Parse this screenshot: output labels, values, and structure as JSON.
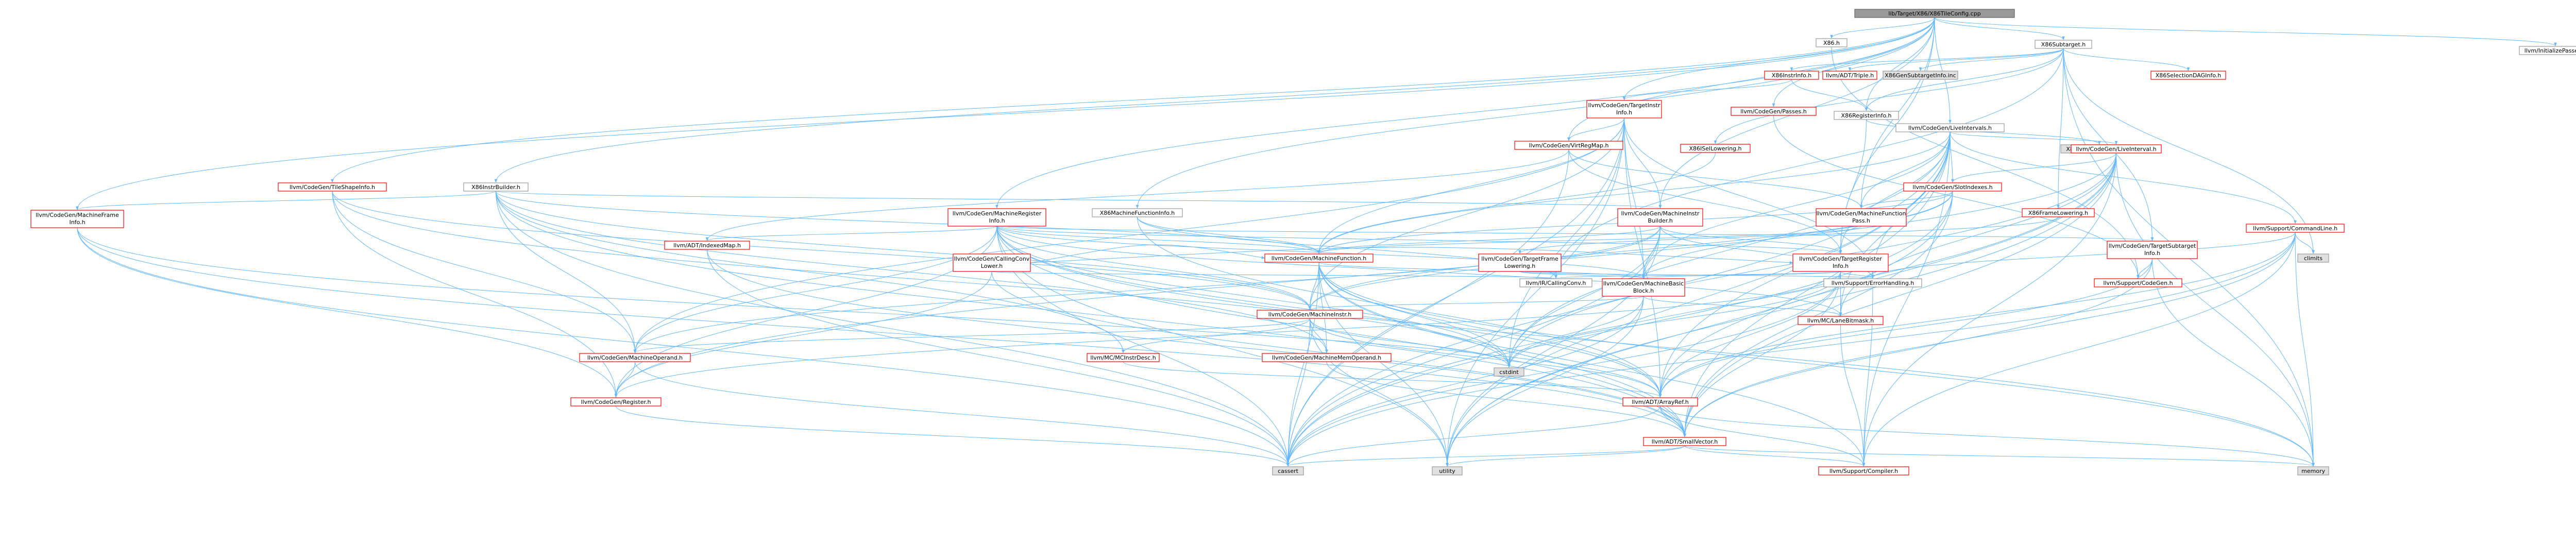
{
  "colors": {
    "root_fill": "#999999",
    "root_stroke": "#666666",
    "red_stroke": "#ff0000",
    "gray_stroke": "#999999",
    "gray_fill": "#e0e0e0",
    "node_fill": "#ffffff",
    "edge": "#63b8ff"
  },
  "nodes": [
    {
      "id": "root",
      "label": "lib/Target/X86/X86TileConfig.cpp",
      "kind": "root"
    },
    {
      "id": "x86h",
      "label": "X86.h",
      "kind": "normal"
    },
    {
      "id": "subtarget",
      "label": "X86Subtarget.h",
      "kind": "normal"
    },
    {
      "id": "initpasses",
      "label": "llvm/InitializePasses.h",
      "kind": "normal"
    },
    {
      "id": "instrinfo",
      "label": "X86InstrInfo.h",
      "kind": "red"
    },
    {
      "id": "triple",
      "label": "llvm/ADT/Triple.h",
      "kind": "red"
    },
    {
      "id": "subinc",
      "label": "X86GenSubtargetInfo.inc",
      "kind": "gray"
    },
    {
      "id": "seldag",
      "label": "X86SelectionDAGInfo.h",
      "kind": "red"
    },
    {
      "id": "targetinstr",
      "label": "llvm/CodeGen/TargetInstr\nInfo.h",
      "kind": "red"
    },
    {
      "id": "cgpasses",
      "label": "llvm/CodeGen/Passes.h",
      "kind": "red"
    },
    {
      "id": "regsinfo",
      "label": "X86RegisterInfo.h",
      "kind": "normal"
    },
    {
      "id": "liveintervals",
      "label": "llvm/CodeGen/LiveIntervals.h",
      "kind": "normal"
    },
    {
      "id": "virtregmap",
      "label": "llvm/CodeGen/VirtRegMap.h",
      "kind": "red"
    },
    {
      "id": "isellow",
      "label": "X86ISelLowering.h",
      "kind": "red"
    },
    {
      "id": "x86reginc",
      "label": "X86GenRegisterInfo.inc",
      "kind": "gray"
    },
    {
      "id": "liveinterval",
      "label": "llvm/CodeGen/LiveInterval.h",
      "kind": "red"
    },
    {
      "id": "tileshape",
      "label": "llvm/CodeGen/TileShapeInfo.h",
      "kind": "red"
    },
    {
      "id": "instrbuilderx86",
      "label": "X86InstrBuilder.h",
      "kind": "normal"
    },
    {
      "id": "slotindexes",
      "label": "llvm/CodeGen/SlotIndexes.h",
      "kind": "red"
    },
    {
      "id": "mframeinfo",
      "label": "llvm/CodeGen/MachineFrame\nInfo.h",
      "kind": "red"
    },
    {
      "id": "mreginfo",
      "label": "llvm/CodeGen/MachineRegister\nInfo.h",
      "kind": "red"
    },
    {
      "id": "mfuncinfo",
      "label": "X86MachineFunctionInfo.h",
      "kind": "normal"
    },
    {
      "id": "minstrbuilder",
      "label": "llvm/CodeGen/MachineInstr\nBuilder.h",
      "kind": "red"
    },
    {
      "id": "mfpass",
      "label": "llvm/CodeGen/MachineFunction\nPass.h",
      "kind": "red"
    },
    {
      "id": "framelow",
      "label": "X86FrameLowering.h",
      "kind": "red"
    },
    {
      "id": "cmdline",
      "label": "llvm/Support/CommandLine.h",
      "kind": "red"
    },
    {
      "id": "tsubinfo",
      "label": "llvm/CodeGen/TargetSubtarget\nInfo.h",
      "kind": "red"
    },
    {
      "id": "climits",
      "label": "climits",
      "kind": "gray"
    },
    {
      "id": "indexedmap",
      "label": "llvm/ADT/IndexedMap.h",
      "kind": "red"
    },
    {
      "id": "callconvlower",
      "label": "llvm/CodeGen/CallingConv\nLower.h",
      "kind": "red"
    },
    {
      "id": "mfunction",
      "label": "llvm/CodeGen/MachineFunction.h",
      "kind": "red"
    },
    {
      "id": "tframelow",
      "label": "llvm/CodeGen/TargetFrame\nLowering.h",
      "kind": "red"
    },
    {
      "id": "tregisterinfo",
      "label": "llvm/CodeGen/TargetRegister\nInfo.h",
      "kind": "red"
    },
    {
      "id": "callingconv",
      "label": "llvm/IR/CallingConv.h",
      "kind": "normal"
    },
    {
      "id": "errhandling",
      "label": "llvm/Support/ErrorHandling.h",
      "kind": "normal"
    },
    {
      "id": "codegen",
      "label": "llvm/Support/CodeGen.h",
      "kind": "red"
    },
    {
      "id": "mbb",
      "label": "llvm/CodeGen/MachineBasic\nBlock.h",
      "kind": "red"
    },
    {
      "id": "minstr",
      "label": "llvm/CodeGen/MachineInstr.h",
      "kind": "red"
    },
    {
      "id": "lanebitmask",
      "label": "llvm/MC/LaneBitmask.h",
      "kind": "red"
    },
    {
      "id": "moperand",
      "label": "llvm/CodeGen/MachineOperand.h",
      "kind": "red"
    },
    {
      "id": "mcinstrdesc",
      "label": "llvm/MC/MCInstrDesc.h",
      "kind": "red"
    },
    {
      "id": "mmemoperand",
      "label": "llvm/CodeGen/MachineMemOperand.h",
      "kind": "red"
    },
    {
      "id": "cstdint",
      "label": "cstdint",
      "kind": "gray"
    },
    {
      "id": "register",
      "label": "llvm/CodeGen/Register.h",
      "kind": "red"
    },
    {
      "id": "arrayref",
      "label": "llvm/ADT/ArrayRef.h",
      "kind": "red"
    },
    {
      "id": "smallvector",
      "label": "llvm/ADT/SmallVector.h",
      "kind": "red"
    },
    {
      "id": "cassert",
      "label": "cassert",
      "kind": "gray"
    },
    {
      "id": "utility",
      "label": "utility",
      "kind": "gray"
    },
    {
      "id": "memory",
      "label": "memory",
      "kind": "gray"
    },
    {
      "id": "compiler",
      "label": "llvm/Support/Compiler.h",
      "kind": "red"
    }
  ],
  "edges": [
    [
      "root",
      "x86h"
    ],
    [
      "root",
      "subtarget"
    ],
    [
      "root",
      "initpasses"
    ],
    [
      "root",
      "targetinstr"
    ],
    [
      "root",
      "cgpasses"
    ],
    [
      "root",
      "liveintervals"
    ],
    [
      "root",
      "virtregmap"
    ],
    [
      "root",
      "tileshape"
    ],
    [
      "root",
      "instrbuilderx86"
    ],
    [
      "root",
      "mframeinfo"
    ],
    [
      "root",
      "mreginfo"
    ],
    [
      "root",
      "mfuncinfo"
    ],
    [
      "root",
      "minstrbuilder"
    ],
    [
      "root",
      "mfpass"
    ],
    [
      "root",
      "regsinfo"
    ],
    [
      "root",
      "tregisterinfo"
    ],
    [
      "x86h",
      "codegen"
    ],
    [
      "subtarget",
      "instrinfo"
    ],
    [
      "subtarget",
      "triple"
    ],
    [
      "subtarget",
      "subinc"
    ],
    [
      "subtarget",
      "seldag"
    ],
    [
      "subtarget",
      "isellow"
    ],
    [
      "subtarget",
      "framelow"
    ],
    [
      "subtarget",
      "regsinfo"
    ],
    [
      "subtarget",
      "tsubinfo"
    ],
    [
      "subtarget",
      "climits"
    ],
    [
      "subtarget",
      "memory"
    ],
    [
      "subtarget",
      "callingconv"
    ],
    [
      "instrinfo",
      "targetinstr"
    ],
    [
      "instrinfo",
      "regsinfo"
    ],
    [
      "regsinfo",
      "tregisterinfo"
    ],
    [
      "regsinfo",
      "x86reginc"
    ],
    [
      "targetinstr",
      "virtregmap"
    ],
    [
      "targetinstr",
      "minstrbuilder"
    ],
    [
      "targetinstr",
      "mfunction"
    ],
    [
      "targetinstr",
      "mbb"
    ],
    [
      "targetinstr",
      "moperand"
    ],
    [
      "targetinstr",
      "minstr"
    ],
    [
      "targetinstr",
      "arrayref"
    ],
    [
      "targetinstr",
      "cassert"
    ],
    [
      "targetinstr",
      "cstdint"
    ],
    [
      "targetinstr",
      "utility"
    ],
    [
      "targetinstr",
      "errhandling"
    ],
    [
      "cgpasses",
      "codegen"
    ],
    [
      "liveintervals",
      "liveinterval"
    ],
    [
      "liveintervals",
      "slotindexes"
    ],
    [
      "liveintervals",
      "mbb"
    ],
    [
      "liveintervals",
      "mfpass"
    ],
    [
      "liveintervals",
      "mfunction"
    ],
    [
      "liveintervals",
      "tregisterinfo"
    ],
    [
      "liveintervals",
      "cmdline"
    ],
    [
      "liveintervals",
      "errhandling"
    ],
    [
      "liveintervals",
      "lanebitmask"
    ],
    [
      "liveintervals",
      "arrayref"
    ],
    [
      "liveintervals",
      "smallvector"
    ],
    [
      "liveintervals",
      "cassert"
    ],
    [
      "liveintervals",
      "cstdint"
    ],
    [
      "liveintervals",
      "utility"
    ],
    [
      "liveintervals",
      "compiler"
    ],
    [
      "virtregmap",
      "indexedmap"
    ],
    [
      "virtregmap",
      "mfpass"
    ],
    [
      "virtregmap",
      "tregisterinfo"
    ],
    [
      "virtregmap",
      "cassert"
    ],
    [
      "isellow",
      "mfunction"
    ],
    [
      "liveinterval",
      "slotindexes"
    ],
    [
      "liveinterval",
      "register"
    ],
    [
      "liveinterval",
      "lanebitmask"
    ],
    [
      "liveinterval",
      "arrayref"
    ],
    [
      "liveinterval",
      "smallvector"
    ],
    [
      "liveinterval",
      "cassert"
    ],
    [
      "liveinterval",
      "cstdint"
    ],
    [
      "liveinterval",
      "memory"
    ],
    [
      "liveinterval",
      "utility"
    ],
    [
      "liveinterval",
      "compiler"
    ],
    [
      "tileshape",
      "moperand"
    ],
    [
      "tileshape",
      "minstr"
    ],
    [
      "tileshape",
      "register"
    ],
    [
      "tileshape",
      "cstdint"
    ],
    [
      "instrbuilderx86",
      "mframeinfo"
    ],
    [
      "instrbuilderx86",
      "mfunction"
    ],
    [
      "instrbuilderx86",
      "minstr"
    ],
    [
      "instrbuilderx86",
      "minstrbuilder"
    ],
    [
      "instrbuilderx86",
      "mmemoperand"
    ],
    [
      "instrbuilderx86",
      "moperand"
    ],
    [
      "instrbuilderx86",
      "mcinstrdesc"
    ],
    [
      "instrbuilderx86",
      "smallvector"
    ],
    [
      "instrbuilderx86",
      "cassert"
    ],
    [
      "slotindexes",
      "mbb"
    ],
    [
      "slotindexes",
      "mfunction"
    ],
    [
      "slotindexes",
      "mfpass"
    ],
    [
      "slotindexes",
      "minstr"
    ],
    [
      "slotindexes",
      "smallvector"
    ],
    [
      "slotindexes",
      "cassert"
    ],
    [
      "slotindexes",
      "utility"
    ],
    [
      "mframeinfo",
      "register"
    ],
    [
      "mframeinfo",
      "smallvector"
    ],
    [
      "mframeinfo",
      "cassert"
    ],
    [
      "mframeinfo",
      "arrayref"
    ],
    [
      "mreginfo",
      "indexedmap"
    ],
    [
      "mreginfo",
      "mbb"
    ],
    [
      "mreginfo",
      "mfunction"
    ],
    [
      "mreginfo",
      "minstr"
    ],
    [
      "mreginfo",
      "moperand"
    ],
    [
      "mreginfo",
      "register"
    ],
    [
      "mreginfo",
      "tregisterinfo"
    ],
    [
      "mreginfo",
      "tsubinfo"
    ],
    [
      "mreginfo",
      "lanebitmask"
    ],
    [
      "mreginfo",
      "arrayref"
    ],
    [
      "mreginfo",
      "smallvector"
    ],
    [
      "mreginfo",
      "cassert"
    ],
    [
      "mreginfo",
      "cstdint"
    ],
    [
      "mreginfo",
      "memory"
    ],
    [
      "mreginfo",
      "utility"
    ],
    [
      "mfuncinfo",
      "callingconv"
    ],
    [
      "mfuncinfo",
      "mfunction"
    ],
    [
      "mfuncinfo",
      "arrayref"
    ],
    [
      "minstrbuilder",
      "mbb"
    ],
    [
      "minstrbuilder",
      "mfunction"
    ],
    [
      "minstrbuilder",
      "minstr"
    ],
    [
      "minstrbuilder",
      "moperand"
    ],
    [
      "minstrbuilder",
      "tregisterinfo"
    ],
    [
      "minstrbuilder",
      "errhandling"
    ],
    [
      "minstrbuilder",
      "cassert"
    ],
    [
      "minstrbuilder",
      "cstdint"
    ],
    [
      "minstrbuilder",
      "utility"
    ],
    [
      "mfpass",
      "mfunction"
    ],
    [
      "framelow",
      "tframelow"
    ],
    [
      "cmdline",
      "climits"
    ],
    [
      "cmdline",
      "errhandling"
    ],
    [
      "cmdline",
      "arrayref"
    ],
    [
      "cmdline",
      "smallvector"
    ],
    [
      "cmdline",
      "cassert"
    ],
    [
      "cmdline",
      "memory"
    ],
    [
      "cmdline",
      "compiler"
    ],
    [
      "tsubinfo",
      "codegen"
    ],
    [
      "tsubinfo",
      "arrayref"
    ],
    [
      "tsubinfo",
      "smallvector"
    ],
    [
      "tsubinfo",
      "memory"
    ],
    [
      "indexedmap",
      "smallvector"
    ],
    [
      "indexedmap",
      "cassert"
    ],
    [
      "callconvlower",
      "mfunction"
    ],
    [
      "callconvlower",
      "tregisterinfo"
    ],
    [
      "callconvlower",
      "callingconv"
    ],
    [
      "callconvlower",
      "smallvector"
    ],
    [
      "callconvlower",
      "register"
    ],
    [
      "mfunction",
      "mbb"
    ],
    [
      "mfunction",
      "minstr"
    ],
    [
      "mfunction",
      "mmemoperand"
    ],
    [
      "mfunction",
      "arrayref"
    ],
    [
      "mfunction",
      "smallvector"
    ],
    [
      "mfunction",
      "cassert"
    ],
    [
      "mfunction",
      "cstdint"
    ],
    [
      "mfunction",
      "utility"
    ],
    [
      "mfunction",
      "memory"
    ],
    [
      "mfunction",
      "compiler"
    ],
    [
      "tframelow",
      "mbb"
    ],
    [
      "tframelow",
      "errhandling"
    ],
    [
      "tregisterinfo",
      "mbb"
    ],
    [
      "tregisterinfo",
      "register"
    ],
    [
      "tregisterinfo",
      "lanebitmask"
    ],
    [
      "tregisterinfo",
      "arrayref"
    ],
    [
      "tregisterinfo",
      "smallvector"
    ],
    [
      "tregisterinfo",
      "callingconv"
    ],
    [
      "tregisterinfo",
      "cassert"
    ],
    [
      "tregisterinfo",
      "cstdint"
    ],
    [
      "tregisterinfo",
      "errhandling"
    ],
    [
      "errhandling",
      "compiler"
    ],
    [
      "mbb",
      "minstr"
    ],
    [
      "mbb",
      "lanebitmask"
    ],
    [
      "mbb",
      "cassert"
    ],
    [
      "mbb",
      "cstdint"
    ],
    [
      "mbb",
      "utility"
    ],
    [
      "minstr",
      "moperand"
    ],
    [
      "minstr",
      "mcinstrdesc"
    ],
    [
      "minstr",
      "mmemoperand"
    ],
    [
      "minstr",
      "arrayref"
    ],
    [
      "minstr",
      "cassert"
    ],
    [
      "minstr",
      "cstdint"
    ],
    [
      "minstr",
      "utility"
    ],
    [
      "lanebitmask",
      "compiler"
    ],
    [
      "moperand",
      "register"
    ],
    [
      "moperand",
      "cassert"
    ],
    [
      "mcinstrdesc",
      "arrayref"
    ],
    [
      "mmemoperand",
      "smallvector"
    ],
    [
      "register",
      "cassert"
    ],
    [
      "arrayref",
      "smallvector"
    ],
    [
      "arrayref",
      "compiler"
    ],
    [
      "arrayref",
      "cassert"
    ],
    [
      "arrayref",
      "memory"
    ],
    [
      "smallvector",
      "compiler"
    ],
    [
      "smallvector",
      "cassert"
    ],
    [
      "smallvector",
      "memory"
    ],
    [
      "smallvector",
      "utility"
    ]
  ]
}
